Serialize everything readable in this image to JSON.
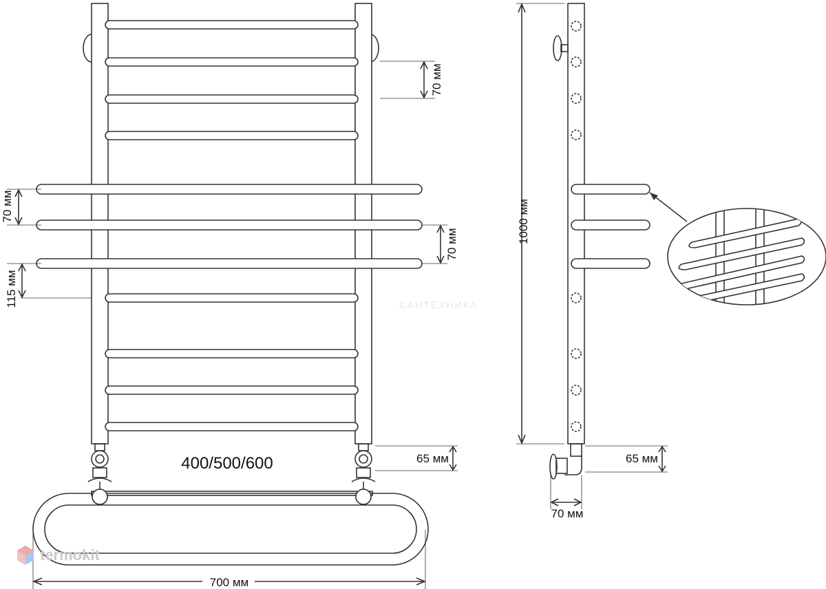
{
  "labels": {
    "spacing_top": "70 мм",
    "spacing_left": "70 мм",
    "spacing_mid": "70 мм",
    "gap_115": "115 мм",
    "height": "1000 мм",
    "width": "700 мм",
    "center_distance": "400/500/600",
    "offset_front": "65 мм",
    "offset_side": "65 мм",
    "wall_distance": "70 мм"
  },
  "brand": {
    "name": "termokit",
    "icon": "hexagon-logo-icon"
  },
  "watermark": "САНТЕХНИКА",
  "colors": {
    "line": "#333333",
    "brand": "#c9c9c9",
    "logo_red": "#f0a8a8",
    "logo_blue": "#a8c8ef"
  }
}
